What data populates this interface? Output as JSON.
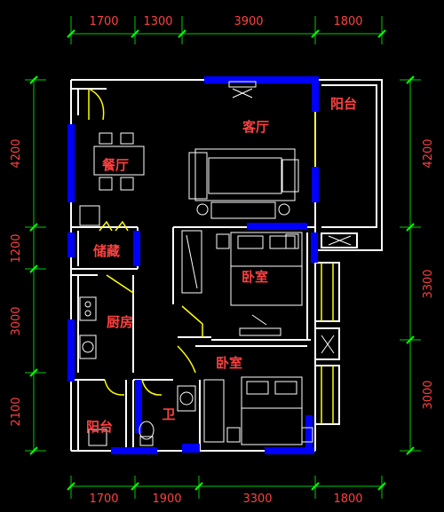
{
  "colors": {
    "background": "#000000",
    "wall": "#ffffff",
    "window": "#0000ff",
    "door": "#ffff00",
    "dimension": "#00ff00",
    "label": "#ff4040",
    "furniture": "#ffffff"
  },
  "dimensions": {
    "top": [
      "1700",
      "1300",
      "3900",
      "1800"
    ],
    "bottom": [
      "1700",
      "1900",
      "3300",
      "1800"
    ],
    "left": [
      "4200",
      "1200",
      "3000",
      "2100"
    ],
    "right": [
      "4200",
      "3300",
      "3000"
    ]
  },
  "rooms": {
    "living": "客厅",
    "balcony_top": "阳台",
    "dining": "餐厅",
    "storage": "储藏",
    "bedroom_1": "卧室",
    "kitchen": "厨房",
    "bedroom_2": "卧室",
    "bath": "卫",
    "balcony_bottom": "阳台"
  }
}
